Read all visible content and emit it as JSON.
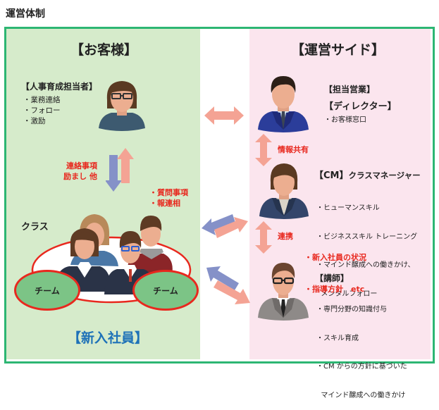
{
  "page_title": "運営体制",
  "colors": {
    "frame_border": "#2db673",
    "client_panel": "#d6ebcb",
    "operations_panel": "#fbe5ee",
    "accent_red": "#e8281e",
    "accent_blue": "#1e72b8",
    "arrow_salmon": "#f4a394",
    "arrow_blue": "#8591c8",
    "team_green": "#7cc486"
  },
  "client": {
    "heading": "【お客様】",
    "hr_person": {
      "role": "【人事育成担当者】",
      "items": [
        "・業務連絡",
        "・フォロー",
        "・激励"
      ]
    },
    "to_trainees_note": [
      "連絡事項",
      "励まし 他"
    ],
    "from_trainees_note": [
      "・質問事項",
      "・報連相"
    ],
    "class_label": "クラス",
    "team_labels": [
      "チーム",
      "チーム"
    ],
    "trainees_heading": "【新入社員】"
  },
  "operations": {
    "heading": "【運営サイド】",
    "sales": {
      "roles": [
        "【担当営業】",
        "【ディレクター】"
      ],
      "items": [
        "・お客様窓口"
      ]
    },
    "info_share_label": "情報共有",
    "cm": {
      "role_abbr": "【CM】",
      "role_name": "クラスマネージャー",
      "items": [
        "・ヒューマンスキル",
        "・ビジネススキル トレーニング",
        "・マインド醸成への働きかけ、",
        "  メンタルフォロー"
      ]
    },
    "cooperation": {
      "label": "連携",
      "items": [
        "・新入社員の状況",
        "・指導方針　etc"
      ]
    },
    "instructor": {
      "role": "【講師】",
      "items": [
        "・専門分野の知識付与",
        "・スキル育成",
        "・CM からの方針に基づいた",
        "  マインド醸成への働きかけ"
      ]
    }
  },
  "icons": {
    "hr_person": "person-woman-glasses-icon",
    "sales": "person-man-suit-icon",
    "cm": "person-woman-suit-icon",
    "instructor": "person-man-glasses-icon",
    "trainees": "group-people-icon"
  }
}
